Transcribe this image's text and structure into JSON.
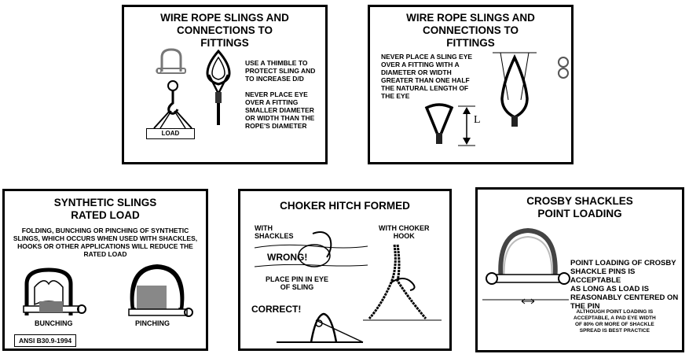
{
  "panel1": {
    "title": "WIRE ROPE SLINGS AND\nCONNECTIONS TO\nFITTINGS",
    "note1": "USE A THIMBLE TO\nPROTECT SLING AND\nTO INCREASE D/d",
    "note2": "NEVER PLACE EYE\nOVER A FITTING\nSMALLER DIAMETER\nOR WIDTH THAN THE\nROPE'S DIAMETER",
    "load_label": "LOAD"
  },
  "panel2": {
    "title": "WIRE ROPE SLINGS AND\nCONNECTIONS TO\nFITTINGS",
    "note": "NEVER PLACE A SLING EYE\nOVER A FITTING WITH A\nDIAMETER OR WIDTH\nGREATER THAN ONE HALF\nTHE NATURAL LENGTH OF\nTHE EYE",
    "dim_label": "L"
  },
  "panel3": {
    "title": "SYNTHETIC SLINGS\nRATED LOAD",
    "note": "FOLDING, BUNCHING OR PINCHING OF SYNTHETIC\nSLINGS, WHICH OCCURS WHEN USED WITH SHACKLES,\nHOOKS OR OTHER APPLICATIONS WILL REDUCE THE\nRATED LOAD",
    "label_bunching": "BUNCHING",
    "label_pinching": "PINCHING",
    "ansi": "ANSI B30.9-1994"
  },
  "panel4": {
    "title": "CHOKER HITCH FORMED",
    "with_shackles": "WITH\nSHACKLES",
    "wrong": "WRONG!",
    "with_hook": "WITH CHOKER\nHOOK",
    "place_pin": "PLACE PIN IN EYE\nOF SLING",
    "correct": "CORRECT!"
  },
  "panel5": {
    "title": "CROSBY SHACKLES\nPOINT LOADING",
    "note": "POINT LOADING OF CROSBY\nSHACKLE PINS IS ACCEPTABLE\nAS LONG AS LOAD IS\nREASONABLY CENTERED ON\nTHE PIN",
    "footnote": "ALTHOUGH POINT LOADING IS\nACCEPTABLE, A PAD EYE WIDTH\nOF 80% OR MORE OF SHACKLE\nSPREAD IS BEST PRACTICE"
  }
}
